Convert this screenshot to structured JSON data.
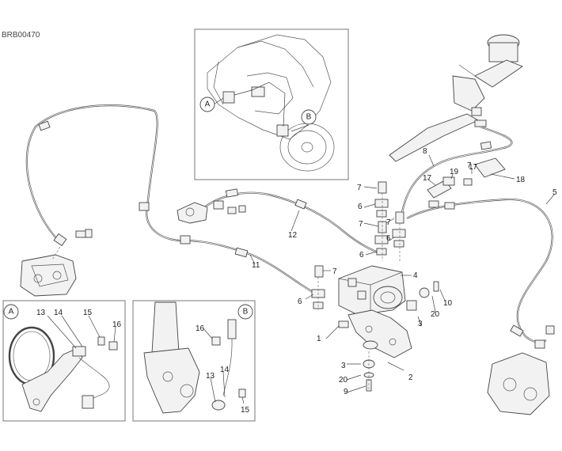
{
  "diagram": {
    "code": "BRB00470",
    "inset_top_markers": [
      "A",
      "B"
    ],
    "inset_a": {
      "marker": "A",
      "labels": [
        "13",
        "14",
        "15",
        "16"
      ]
    },
    "inset_b": {
      "marker": "B",
      "labels": [
        "16",
        "13",
        "14",
        "15"
      ]
    },
    "callouts": {
      "c1": "1",
      "c2": "2",
      "c3a": "3",
      "c3b": "3",
      "c4": "4",
      "c5": "5",
      "c6a": "6",
      "c6b": "6",
      "c6c": "6",
      "c6d": "6",
      "c7a": "7",
      "c7b": "7",
      "c7c": "7",
      "c7d": "7",
      "c7e": "7",
      "c8": "8",
      "c9": "9",
      "c10": "10",
      "c11": "11",
      "c12": "12",
      "c17a": "17",
      "c17b": "17",
      "c18": "18",
      "c19": "19",
      "c20a": "20",
      "c20b": "20"
    }
  }
}
